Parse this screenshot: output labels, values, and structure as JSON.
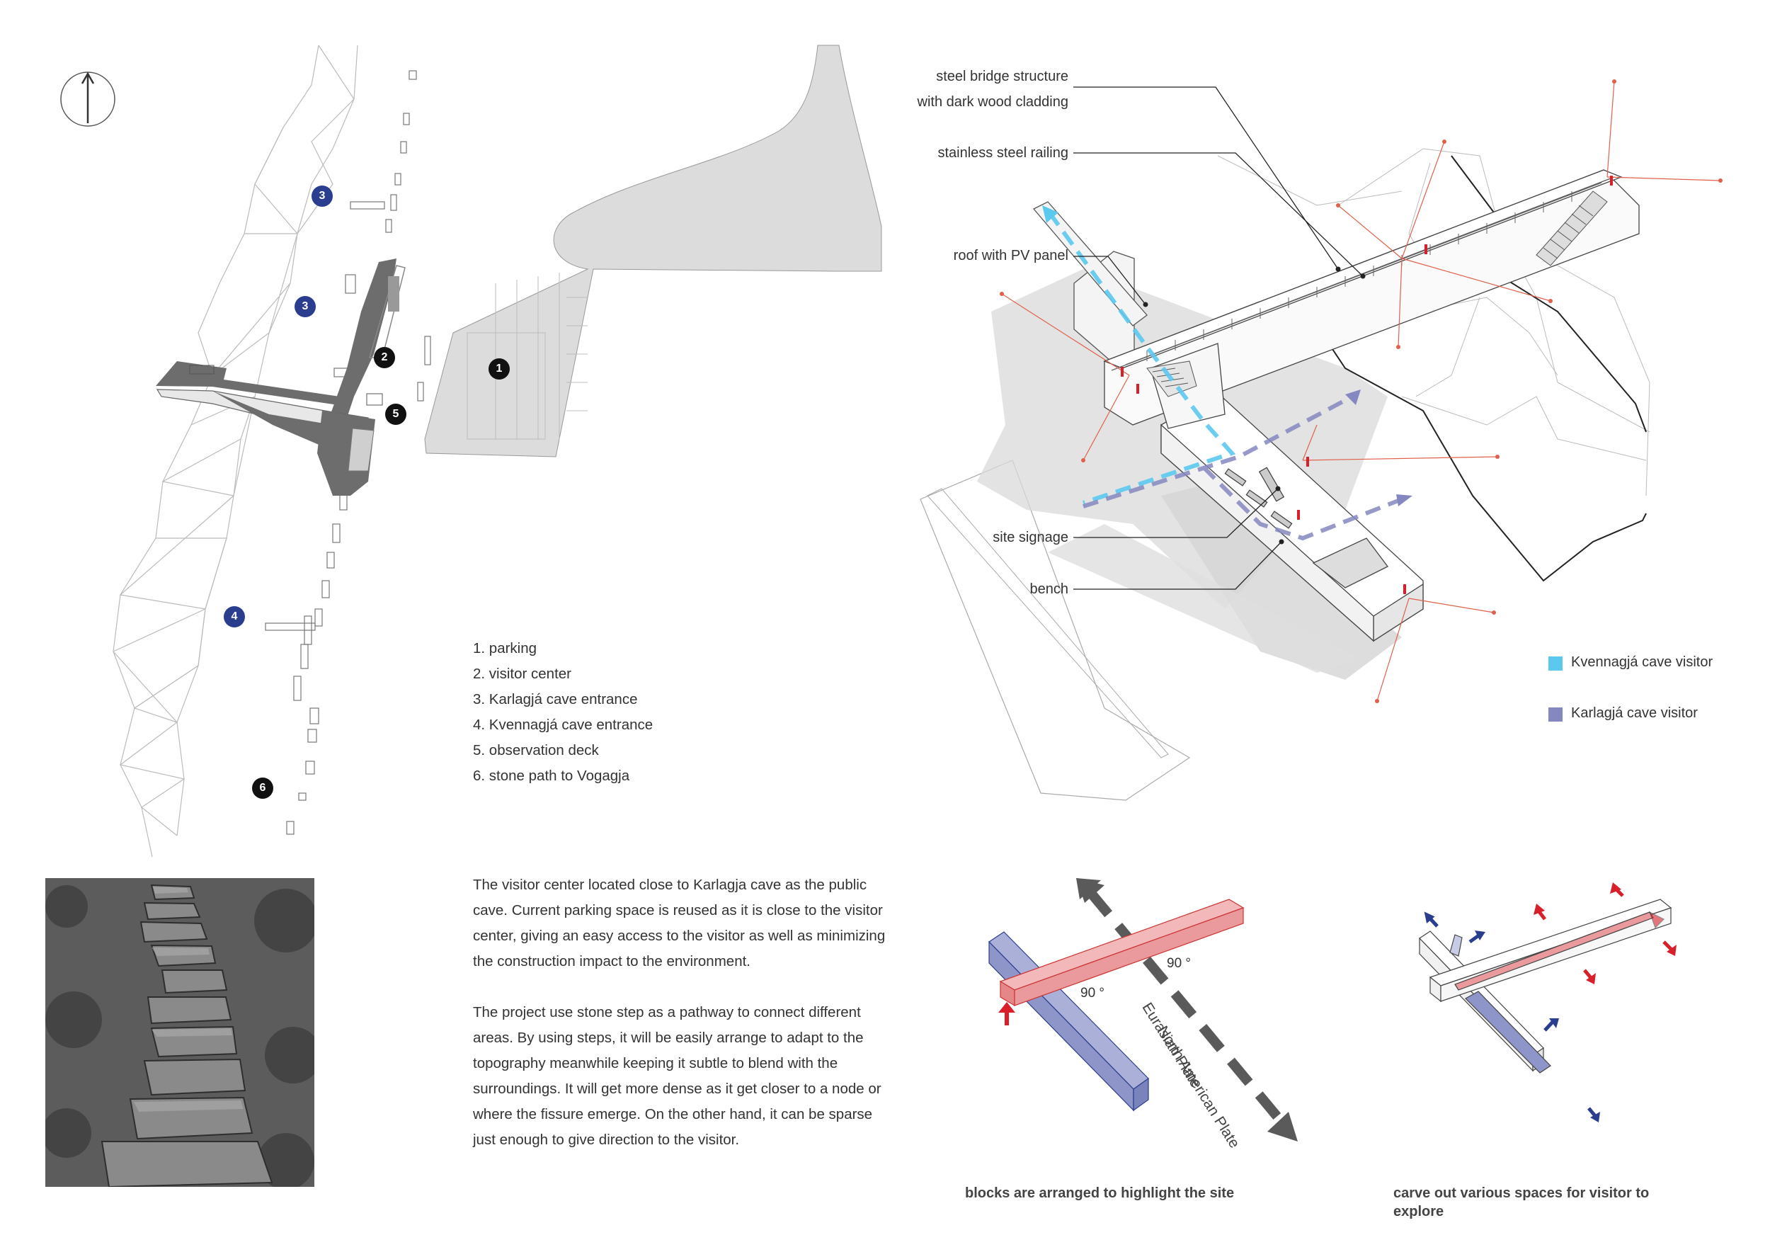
{
  "site_plan": {
    "markers": [
      {
        "id": "1",
        "label": "1",
        "color": "#111111"
      },
      {
        "id": "2",
        "label": "2",
        "color": "#111111"
      },
      {
        "id": "3a",
        "label": "3",
        "color": "#2b3d8f"
      },
      {
        "id": "3b",
        "label": "3",
        "color": "#2b3d8f"
      },
      {
        "id": "4",
        "label": "4",
        "color": "#2b3d8f"
      },
      {
        "id": "5",
        "label": "5",
        "color": "#111111"
      },
      {
        "id": "6",
        "label": "6",
        "color": "#111111"
      }
    ],
    "legend": [
      "1. parking",
      "2. visitor center",
      "3. Karlagjá cave entrance",
      "4. Kvennagjá cave entrance",
      "5. observation deck",
      "6. stone path to Vogagja"
    ]
  },
  "axonometric": {
    "callouts": {
      "steel_bridge_line1": "steel bridge structure",
      "steel_bridge_line2": "with dark wood cladding",
      "railing": "stainless steel railing",
      "roof": "roof with PV panel",
      "signage": "site signage",
      "bench": "bench"
    },
    "key": [
      {
        "label": "Kvennagjá cave visitor",
        "color": "#5bc8ee"
      },
      {
        "label": "Karlagjá cave visitor",
        "color": "#8588c0"
      }
    ]
  },
  "description": {
    "paragraph1": "The visitor center located close to Karlagja cave as the public cave. Current parking space is reused as it is close to the visitor center, giving an easy access to the visitor as well as minimizing the construction impact to the environment.",
    "paragraph2": "The project use stone step as a pathway to connect different areas. By using steps, it will be easily arrange to adapt to the topography meanwhile keeping it subtle to blend with the surroundings. It will get more dense as it get closer to a node or where the fissure emerge. On the other hand, it can be sparse just enough to give direction to the visitor."
  },
  "diagram1": {
    "angle1": "90 °",
    "angle2": "90 °",
    "plate1": "North American Plate",
    "plate2": "Eurasian Plate",
    "caption": "blocks are arranged to highlight the site"
  },
  "diagram2": {
    "caption": "carve out various spaces for visitor to explore"
  },
  "colors": {
    "red": "#d9202a",
    "blue": "#2b3d8f",
    "pink_block": "#ea9a9c",
    "blue_block": "#8e95c8"
  }
}
